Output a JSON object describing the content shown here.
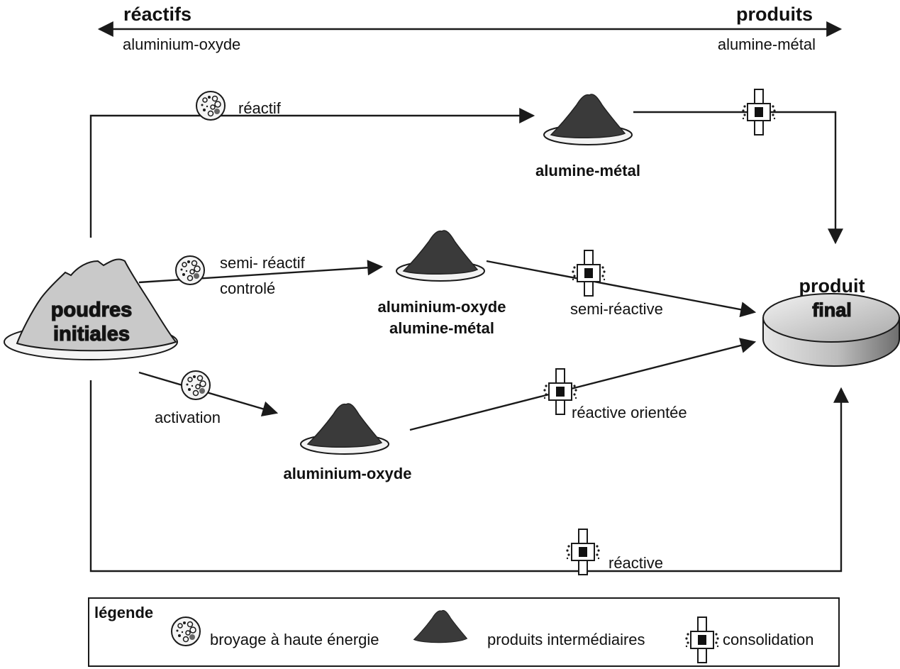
{
  "header": {
    "left_title": "réactifs",
    "left_sub": "aluminium-oxyde",
    "right_title": "produits",
    "right_sub": "alumine-métal"
  },
  "nodes": {
    "start": {
      "line1": "poudres",
      "line2": "initiales"
    },
    "top": {
      "label": "alumine-métal"
    },
    "middle": {
      "line1": "aluminium-oxyde",
      "line2": "alumine-métal"
    },
    "bottom": {
      "label": "aluminium-oxyde"
    },
    "final": {
      "line1": "produit",
      "line2": "final"
    }
  },
  "edges": {
    "reactif": "réactif",
    "semi_reactif": "semi- réactif",
    "controle": "controlé",
    "activation": "activation",
    "semi_reactive": "semi-réactive",
    "reactive_orientee": "réactive orientée",
    "reactive": "réactive"
  },
  "legend": {
    "title": "légende",
    "milling": "broyage à haute énergie",
    "intermediate": "produits intermédiaires",
    "consolidation": "consolidation"
  },
  "colors": {
    "ink": "#1a1a1a",
    "intermediate_pile": "#3a3a3a",
    "initial_pile": "#c9c9c9",
    "final_disc": "#bdbdbd"
  },
  "icons": {
    "milling": "ball-mill-icon",
    "pile": "powder-pile-icon",
    "consolidation": "press-icon"
  }
}
